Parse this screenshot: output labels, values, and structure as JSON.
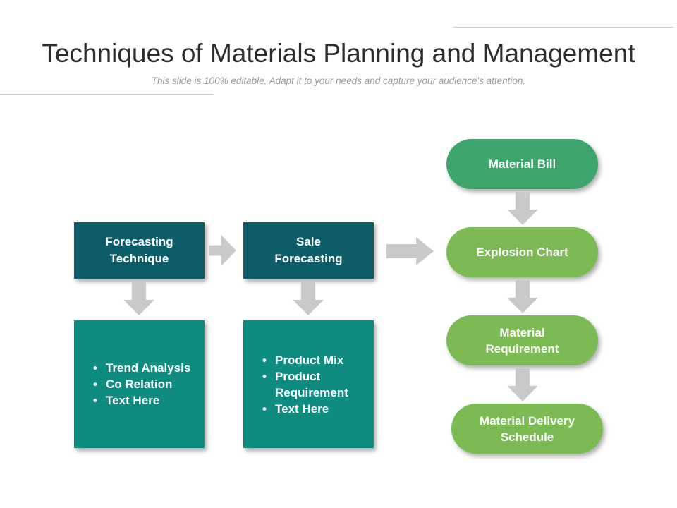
{
  "slide": {
    "title": "Techniques of Materials Planning and Management",
    "subtitle": "This slide is 100% editable. Adapt it to your needs and capture your audience's attention."
  },
  "diagram": {
    "forecasting": {
      "label": "Forecasting Technique",
      "lines": [
        "Forecasting",
        "Technique"
      ],
      "bullets": [
        "Trend Analysis",
        "Co Relation",
        "Text Here"
      ]
    },
    "sale": {
      "label": "Sale Forecasting",
      "lines": [
        "Sale",
        "Forecasting"
      ],
      "bullets": [
        "Product Mix",
        "Product Requirement",
        "Text Here"
      ]
    },
    "chain": [
      {
        "label": "Material Bill",
        "lines": [
          "Material Bill"
        ]
      },
      {
        "label": "Explosion Chart",
        "lines": [
          "Explosion Chart"
        ]
      },
      {
        "label": "Material Requirement",
        "lines": [
          "Material",
          "Requirement"
        ]
      },
      {
        "label": "Material Delivery Schedule",
        "lines": [
          "Material Delivery",
          "Schedule"
        ]
      }
    ]
  },
  "colors": {
    "header_box": "#0D5D68",
    "bullet_box": "#0E8C80",
    "pill_dark_green": "#3EA56C",
    "pill_light_green": "#7CBB54",
    "arrow": "#C9C9C9",
    "title_text": "#2D2D2D",
    "subtitle_text": "#9B9B9B",
    "divider_line": "#C9C9C9"
  }
}
